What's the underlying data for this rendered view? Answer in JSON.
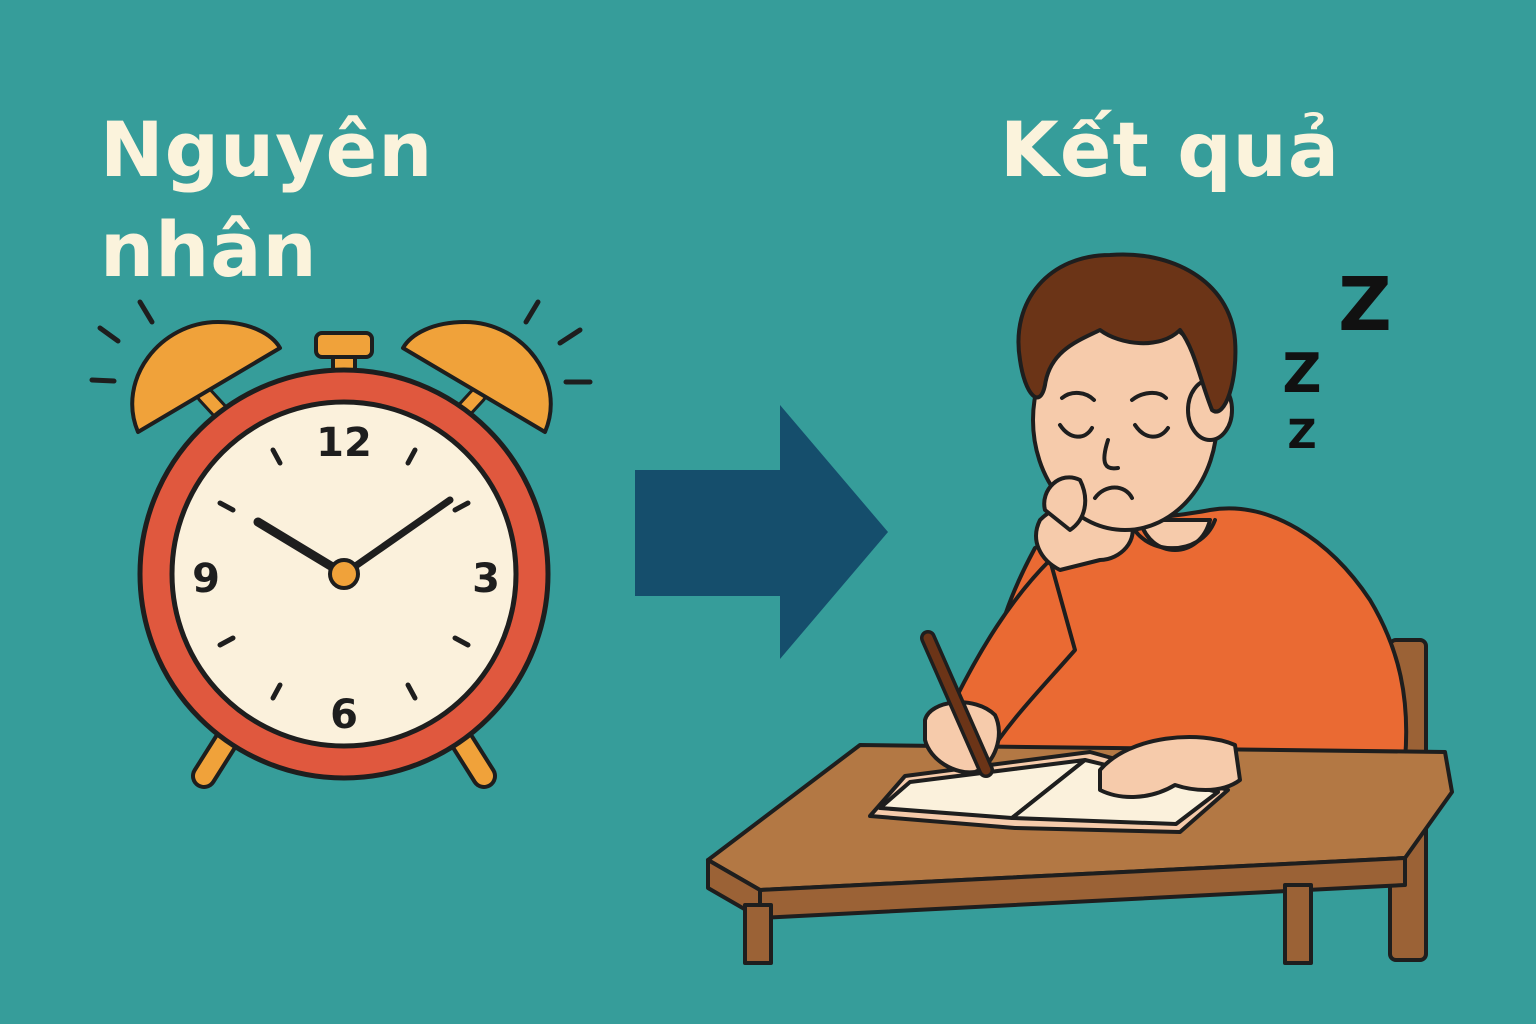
{
  "headings": {
    "cause": "Nguyên nhân",
    "effect": "Kết quả"
  },
  "clock": {
    "numbers": {
      "twelve": "12",
      "three": "3",
      "six": "6",
      "nine": "9"
    }
  },
  "sleep_letters": [
    "Z",
    "Z",
    "Z"
  ],
  "colors": {
    "background": "#369d9a",
    "heading_text": "#fbf3dc",
    "arrow": "#154e6c",
    "clock_ring": "#e0583e",
    "clock_bells": "#f0a23a",
    "clock_face": "#fbf1dc",
    "shirt": "#ea6a33",
    "skin": "#f6cbab",
    "hair": "#6b3417",
    "desk": "#b37844"
  },
  "icons": [
    "alarm-clock-icon",
    "right-arrow-icon",
    "sleepy-student-icon"
  ]
}
